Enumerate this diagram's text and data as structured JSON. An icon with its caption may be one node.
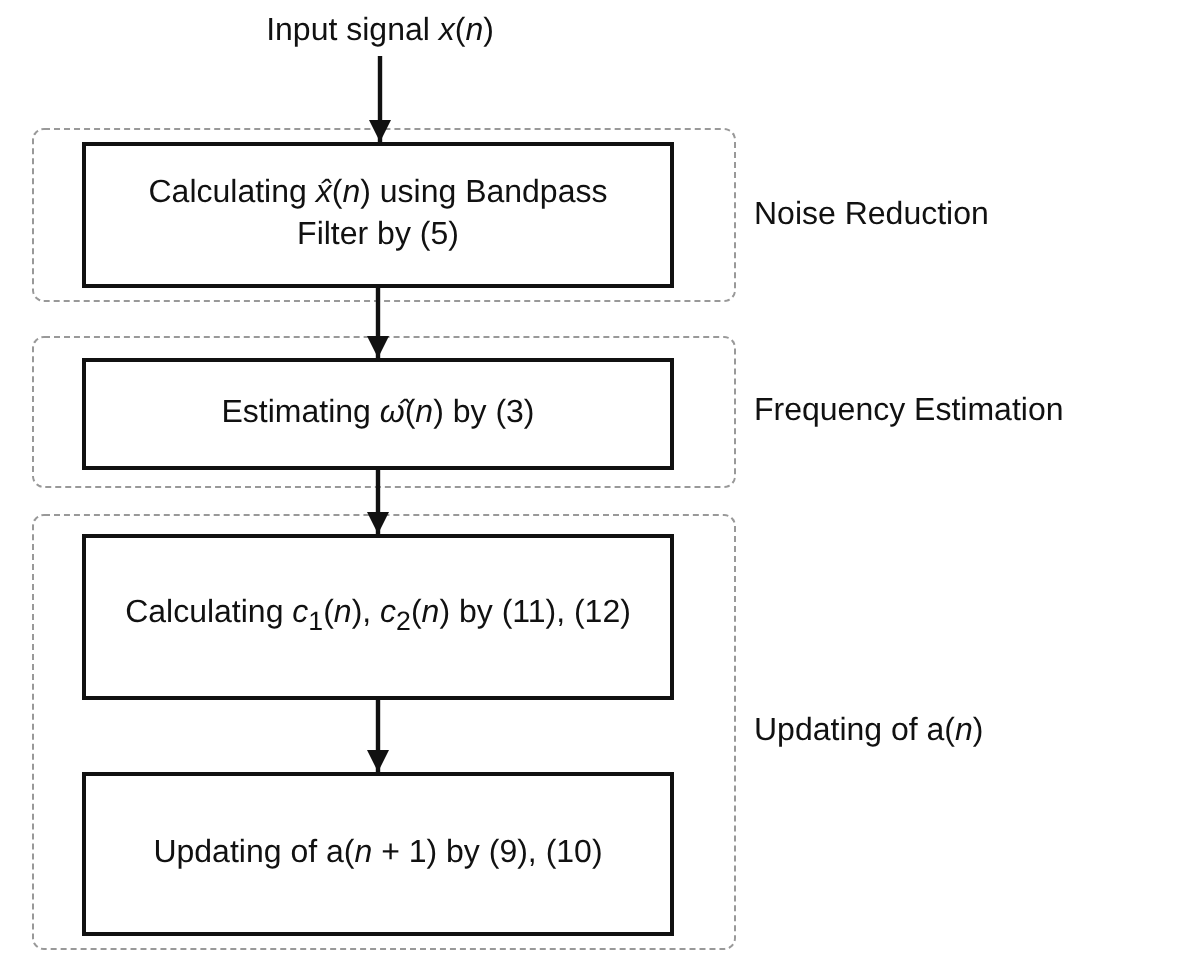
{
  "diagram": {
    "nodes": [
      {
        "text": [
          "Input signal *x*(*n*)"
        ]
      },
      {
        "text": [
          "Noise Reduction"
        ]
      },
      {
        "text": [
          "Calculating *x̂*(*n*) using Bandpass Filter by (5)"
        ],
        "in": 1
      },
      {
        "text": [
          "Frequency Estimation"
        ]
      },
      {
        "text": [
          "Estimating *ω̂*(*n*) by (3)"
        ],
        "in": 3
      },
      {
        "text": [
          "Updating of a(*n*)"
        ]
      },
      {
        "text": [
          "Calculating *c*$_{1}$(*n*), *c*$_{2}$(*n*) by (11), (12)"
        ],
        "in": 5
      },
      {
        "text": [
          "Updating of a(*n* + 1) by (9), (10)"
        ],
        "in": 5
      }
    ],
    "edges": [
      {
        "from": 0,
        "to": 2,
        "arrow": "to"
      },
      {
        "from": 2,
        "to": 4,
        "arrow": "to"
      },
      {
        "from": 4,
        "to": 6,
        "arrow": "to"
      },
      {
        "from": 6,
        "to": 7,
        "arrow": "to"
      }
    ]
  }
}
